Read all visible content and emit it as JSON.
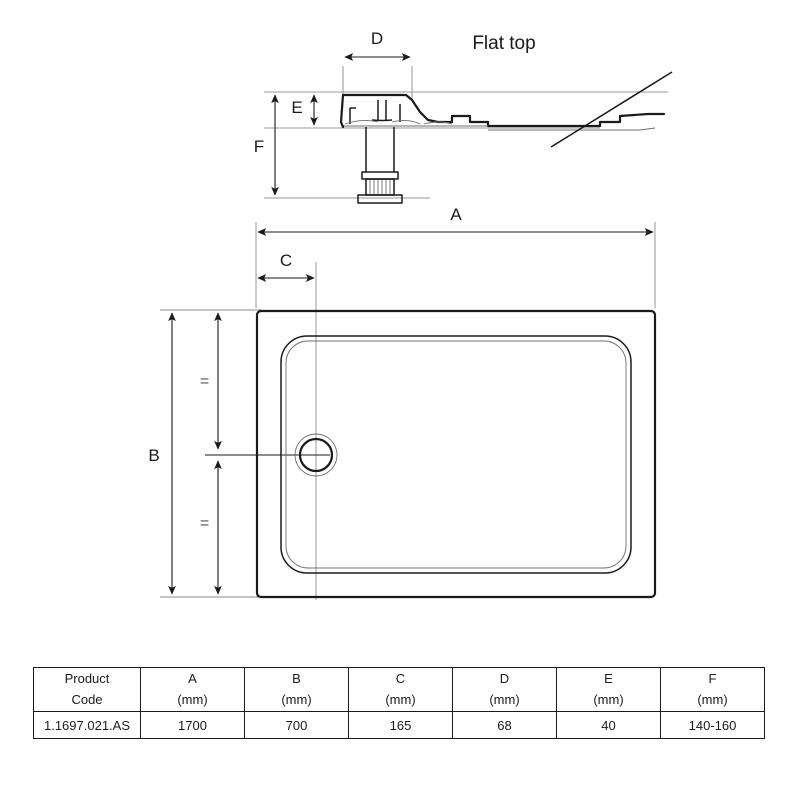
{
  "drawing": {
    "profile_label": "Flat top",
    "dimensions": {
      "A": "A",
      "B": "B",
      "C": "C",
      "D": "D",
      "E": "E",
      "F": "F",
      "equal_mark_top": "=",
      "equal_mark_bottom": "="
    },
    "icons": {
      "tray_plan": "shower-tray-plan-view",
      "tray_profile": "shower-tray-profile-view",
      "drain": "drain-hole",
      "leg": "adjustable-leg"
    },
    "colors": {
      "line": "#1a1a1a",
      "thin_line": "#6f6f6f",
      "extension_line": "#8a8a8a",
      "background": "#ffffff"
    }
  },
  "spec_table": {
    "headers": [
      {
        "name": "Product",
        "unit": "Code"
      },
      {
        "name": "A",
        "unit": "(mm)"
      },
      {
        "name": "B",
        "unit": "(mm)"
      },
      {
        "name": "C",
        "unit": "(mm)"
      },
      {
        "name": "D",
        "unit": "(mm)"
      },
      {
        "name": "E",
        "unit": "(mm)"
      },
      {
        "name": "F",
        "unit": "(mm)"
      }
    ],
    "rows": [
      {
        "code": "1.1697.021.AS",
        "A": "1700",
        "B": "700",
        "C": "165",
        "D": "68",
        "E": "40",
        "F": "140-160"
      }
    ]
  }
}
